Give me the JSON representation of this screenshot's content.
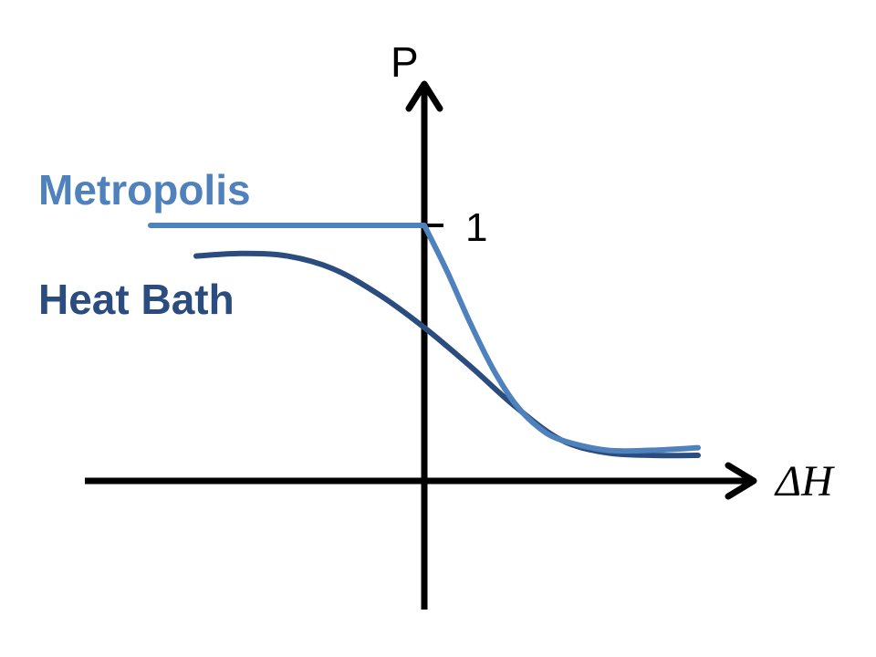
{
  "chart_data": {
    "type": "line",
    "xlabel": "ΔH",
    "ylabel": "P",
    "ylim": [
      0,
      1
    ],
    "y_tick_labels": [
      "1"
    ],
    "grid": false,
    "legend_placement": "left",
    "series": [
      {
        "name": "Metropolis",
        "color": "#4f81bd",
        "x": [
          -3,
          -2,
          -1,
          0,
          0.25,
          0.5,
          0.75,
          1,
          1.25,
          1.5,
          2,
          2.5,
          3
        ],
        "y": [
          1,
          1,
          1,
          1,
          0.82,
          0.62,
          0.44,
          0.3,
          0.21,
          0.16,
          0.12,
          0.12,
          0.13
        ]
      },
      {
        "name": "Heat Bath",
        "color": "#2b4c7e",
        "x": [
          -2.5,
          -2,
          -1.5,
          -1,
          -0.5,
          0,
          0.5,
          1,
          1.5,
          2,
          2.5,
          3
        ],
        "y": [
          0.88,
          0.89,
          0.88,
          0.83,
          0.73,
          0.6,
          0.45,
          0.29,
          0.16,
          0.11,
          0.1,
          0.1
        ]
      }
    ]
  }
}
